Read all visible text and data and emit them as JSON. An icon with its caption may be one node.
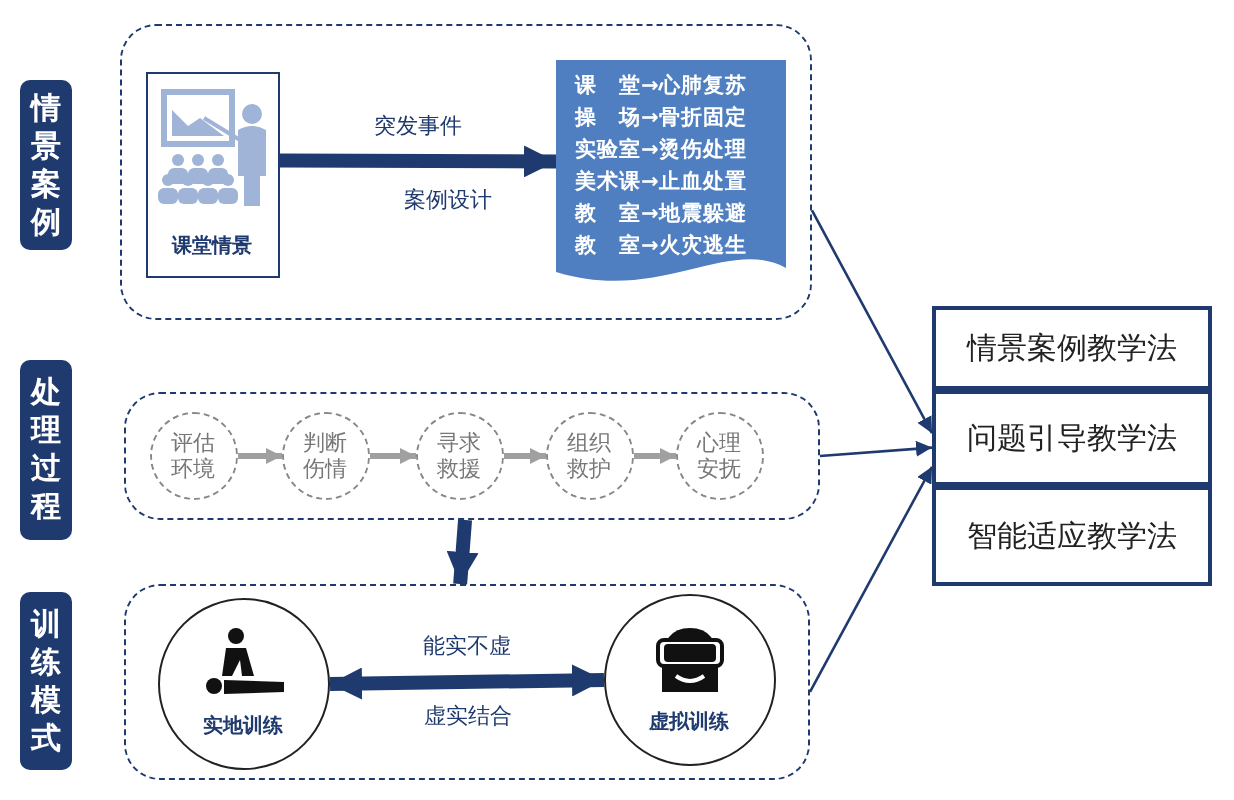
{
  "diagram": {
    "nodes": [
      {
        "text": [
          "情景案例"
        ]
      },
      {
        "text": [],
        "shape": "box"
      },
      {
        "text": [
          "课堂情景"
        ],
        "in": 1
      },
      {
        "text": [
          "课　堂→心肺复苏",
          "操　场→骨折固定",
          "实验室→烫伤处理",
          "美术课→止血处置",
          "教　室→地震躲避",
          "教　室→火灾逃生"
        ],
        "in": 1
      },
      {
        "text": [
          "处理过程"
        ]
      },
      {
        "text": [],
        "shape": "box"
      },
      {
        "text": [
          "评估环境"
        ],
        "in": 5
      },
      {
        "text": [
          "判断伤情"
        ],
        "in": 5
      },
      {
        "text": [
          "寻求救援"
        ],
        "in": 5
      },
      {
        "text": [
          "组织救护"
        ],
        "in": 5
      },
      {
        "text": [
          "心理安抚"
        ],
        "in": 5
      },
      {
        "text": [
          "训练模式"
        ]
      },
      {
        "text": [],
        "shape": "box"
      },
      {
        "text": [
          "实地训练"
        ],
        "in": 12
      },
      {
        "text": [
          "虚拟训练"
        ],
        "in": 12
      },
      {
        "text": [
          "情景案例教学法"
        ]
      },
      {
        "text": [
          "问题引导教学法"
        ]
      },
      {
        "text": [
          "智能适应教学法"
        ]
      }
    ],
    "edges": [
      {
        "from": 2,
        "to": 3,
        "arrow": "to",
        "style": "thick",
        "label": "突发事件"
      },
      {
        "from": 6,
        "to": 7,
        "arrow": "to",
        "color": "#a0a0a0"
      },
      {
        "from": 7,
        "to": 8,
        "arrow": "to",
        "color": "#a0a0a0"
      },
      {
        "from": 8,
        "to": 9,
        "arrow": "to",
        "color": "#a0a0a0"
      },
      {
        "from": 9,
        "to": 10,
        "arrow": "to",
        "color": "#a0a0a0"
      },
      {
        "from": 5,
        "to": 12,
        "arrow": "to",
        "style": "thick"
      },
      {
        "from": 13,
        "to": 14,
        "arrow": "both",
        "style": "thick",
        "label": "能实不虚"
      },
      {
        "from": 1,
        "to": 16,
        "arrow": "to"
      },
      {
        "from": 5,
        "to": 16,
        "arrow": "to"
      },
      {
        "from": 12,
        "to": 16,
        "arrow": "to"
      }
    ],
    "labels": [
      "案例设计",
      "虚实结合"
    ]
  }
}
